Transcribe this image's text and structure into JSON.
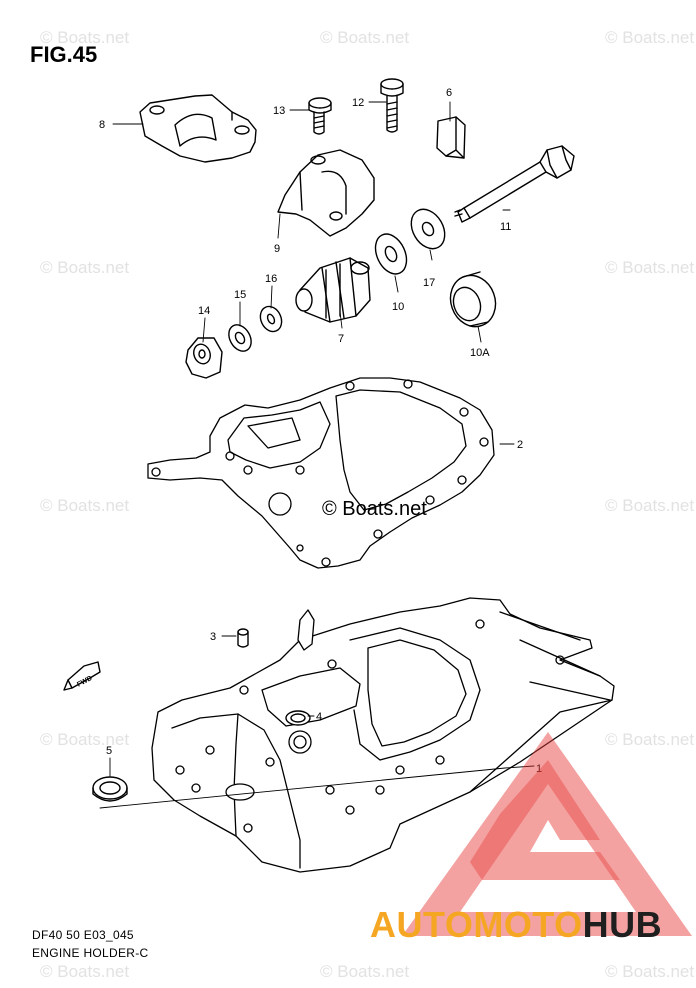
{
  "figure": {
    "title": "FIG.45"
  },
  "footer": {
    "line1": "DF40 50 E03_045",
    "line2": "ENGINE HOLDER-C"
  },
  "watermark": {
    "text": "© Boats.net",
    "center_text": "© Boats.net"
  },
  "fwd_label": "FWD",
  "logo": {
    "part1": "AUTOMOTO",
    "part2": "HUB",
    "color_triangle": "#e53935",
    "color_text1": "#f5a623",
    "color_text2": "#1f1f1f"
  },
  "labels": {
    "l8": "8",
    "l13": "13",
    "l12": "12",
    "l6": "6",
    "l11": "11",
    "l9": "9",
    "l17": "17",
    "l10": "10",
    "l16": "16",
    "l15": "15",
    "l14": "14",
    "l7": "7",
    "l10a": "10A",
    "l2": "2",
    "l3": "3",
    "l4": "4",
    "l5": "5",
    "l1": "1"
  }
}
